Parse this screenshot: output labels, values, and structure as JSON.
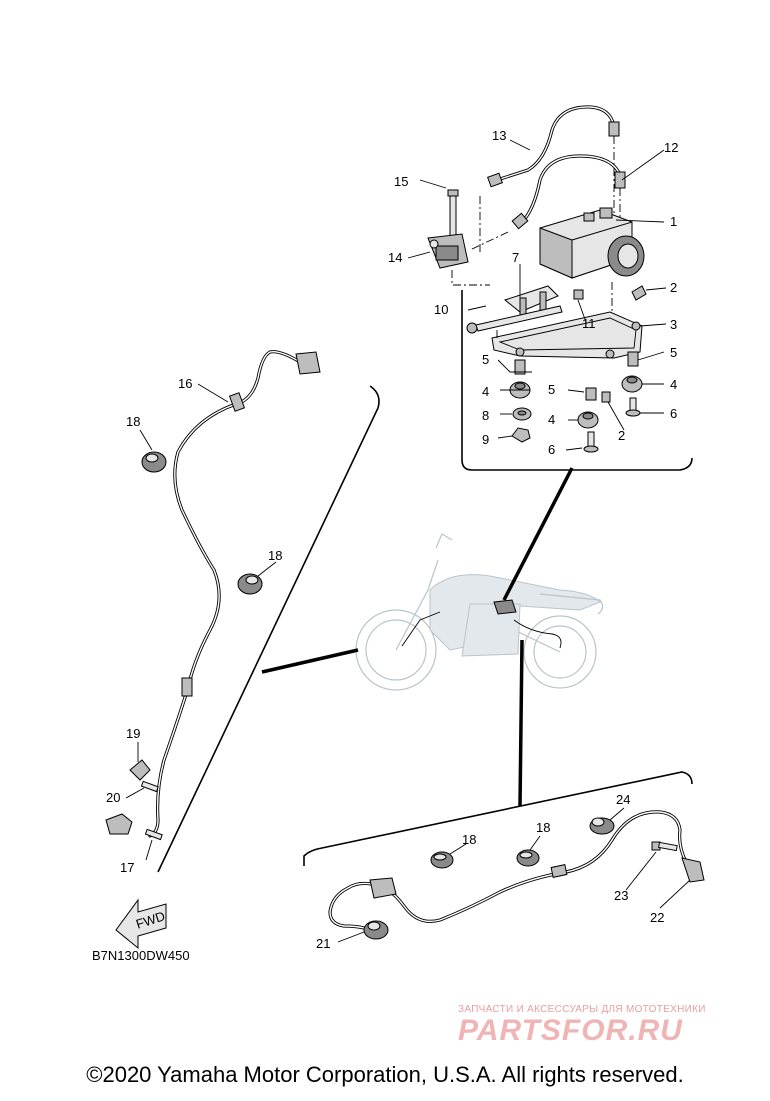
{
  "diagram": {
    "code": "B7N1300DW450",
    "fwd_label": "FWD",
    "labels": [
      "1",
      "2",
      "3",
      "4",
      "5",
      "6",
      "7",
      "8",
      "9",
      "10",
      "11",
      "12",
      "13",
      "14",
      "15",
      "16",
      "17",
      "18",
      "19",
      "20",
      "21",
      "22",
      "23",
      "24"
    ],
    "extra_labels": {
      "five_b": "5",
      "five_c": "5",
      "four_b": "4",
      "four_c": "4",
      "two_b": "2",
      "six_b": "6",
      "eighteen_b": "18",
      "eighteen_c": "18",
      "eighteen_d": "18"
    }
  },
  "footer": {
    "copyright": "©2020 Yamaha Motor Corporation, U.S.A. All rights reserved."
  },
  "watermark": {
    "tagline": "ЗАПЧАСТИ И АКСЕССУАРЫ ДЛЯ МОТОТЕХНИКИ",
    "brand": "PARTSFOR.RU"
  }
}
